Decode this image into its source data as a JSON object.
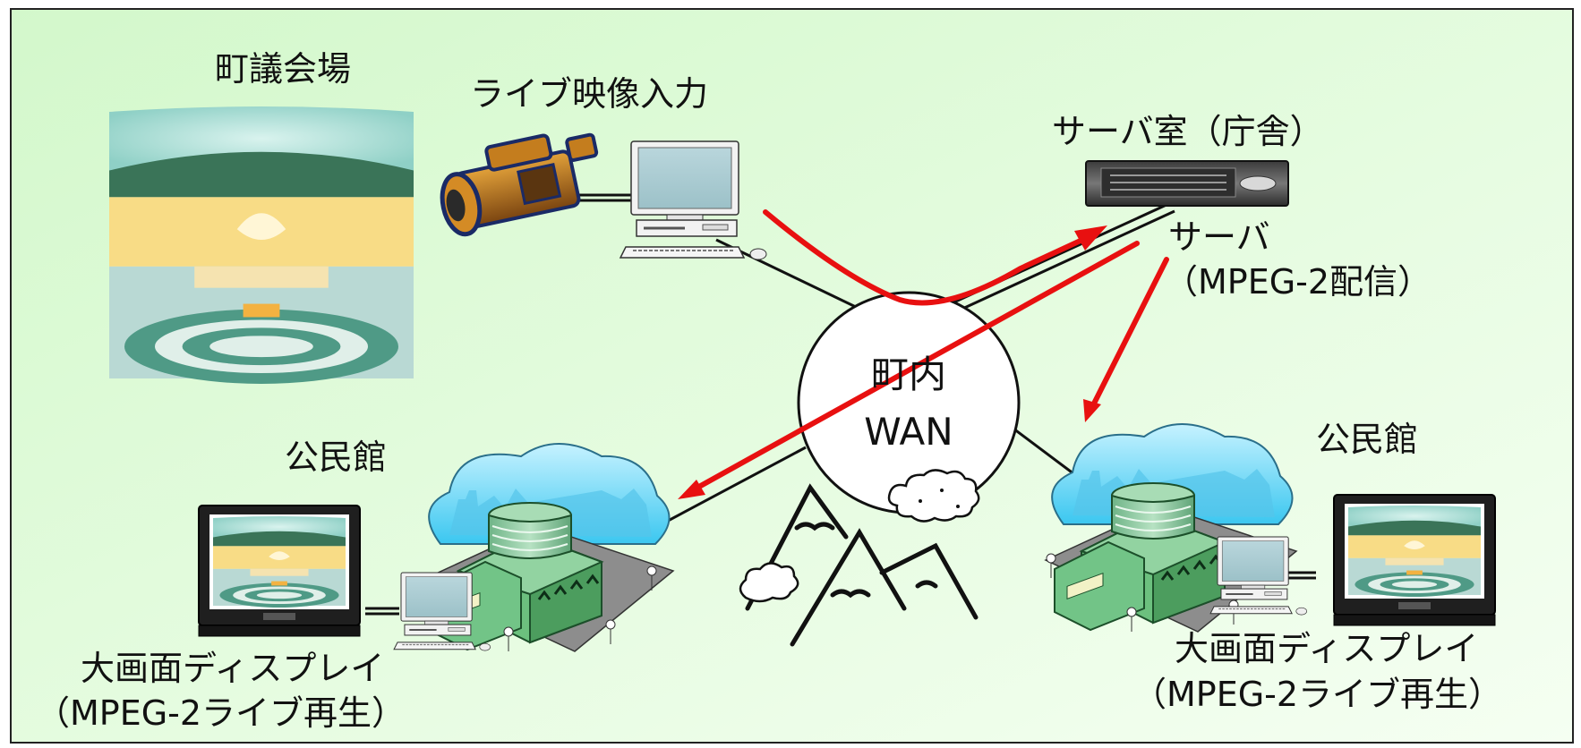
{
  "labels": {
    "chamber": "町議会場",
    "live_input": "ライブ映像入力",
    "server_room": "サーバ室（庁舎）",
    "server": "サーバ",
    "server_sub": "（MPEG-2配信）",
    "wan_line1": "町内",
    "wan_line2": "WAN",
    "hall_left": "公民館",
    "hall_right": "公民館",
    "display_left": "大画面ディスプレイ",
    "display_left_sub": "（MPEG-2ライブ再生）",
    "display_right": "大画面ディスプレイ",
    "display_right_sub": "（MPEG-2ライブ再生）"
  },
  "colors": {
    "background_top": "#ddfad6",
    "background_bottom": "#f3fff0",
    "arrow": "#e81010",
    "network_line": "#111111",
    "wan_cloud": "#ffffff"
  },
  "icons": [
    "assembly-hall-illustration",
    "video-camera-icon",
    "desktop-computer-icon",
    "rack-server-icon",
    "community-hall-building-icon",
    "large-display-icon",
    "mountains-illustration",
    "cloud-icon"
  ]
}
